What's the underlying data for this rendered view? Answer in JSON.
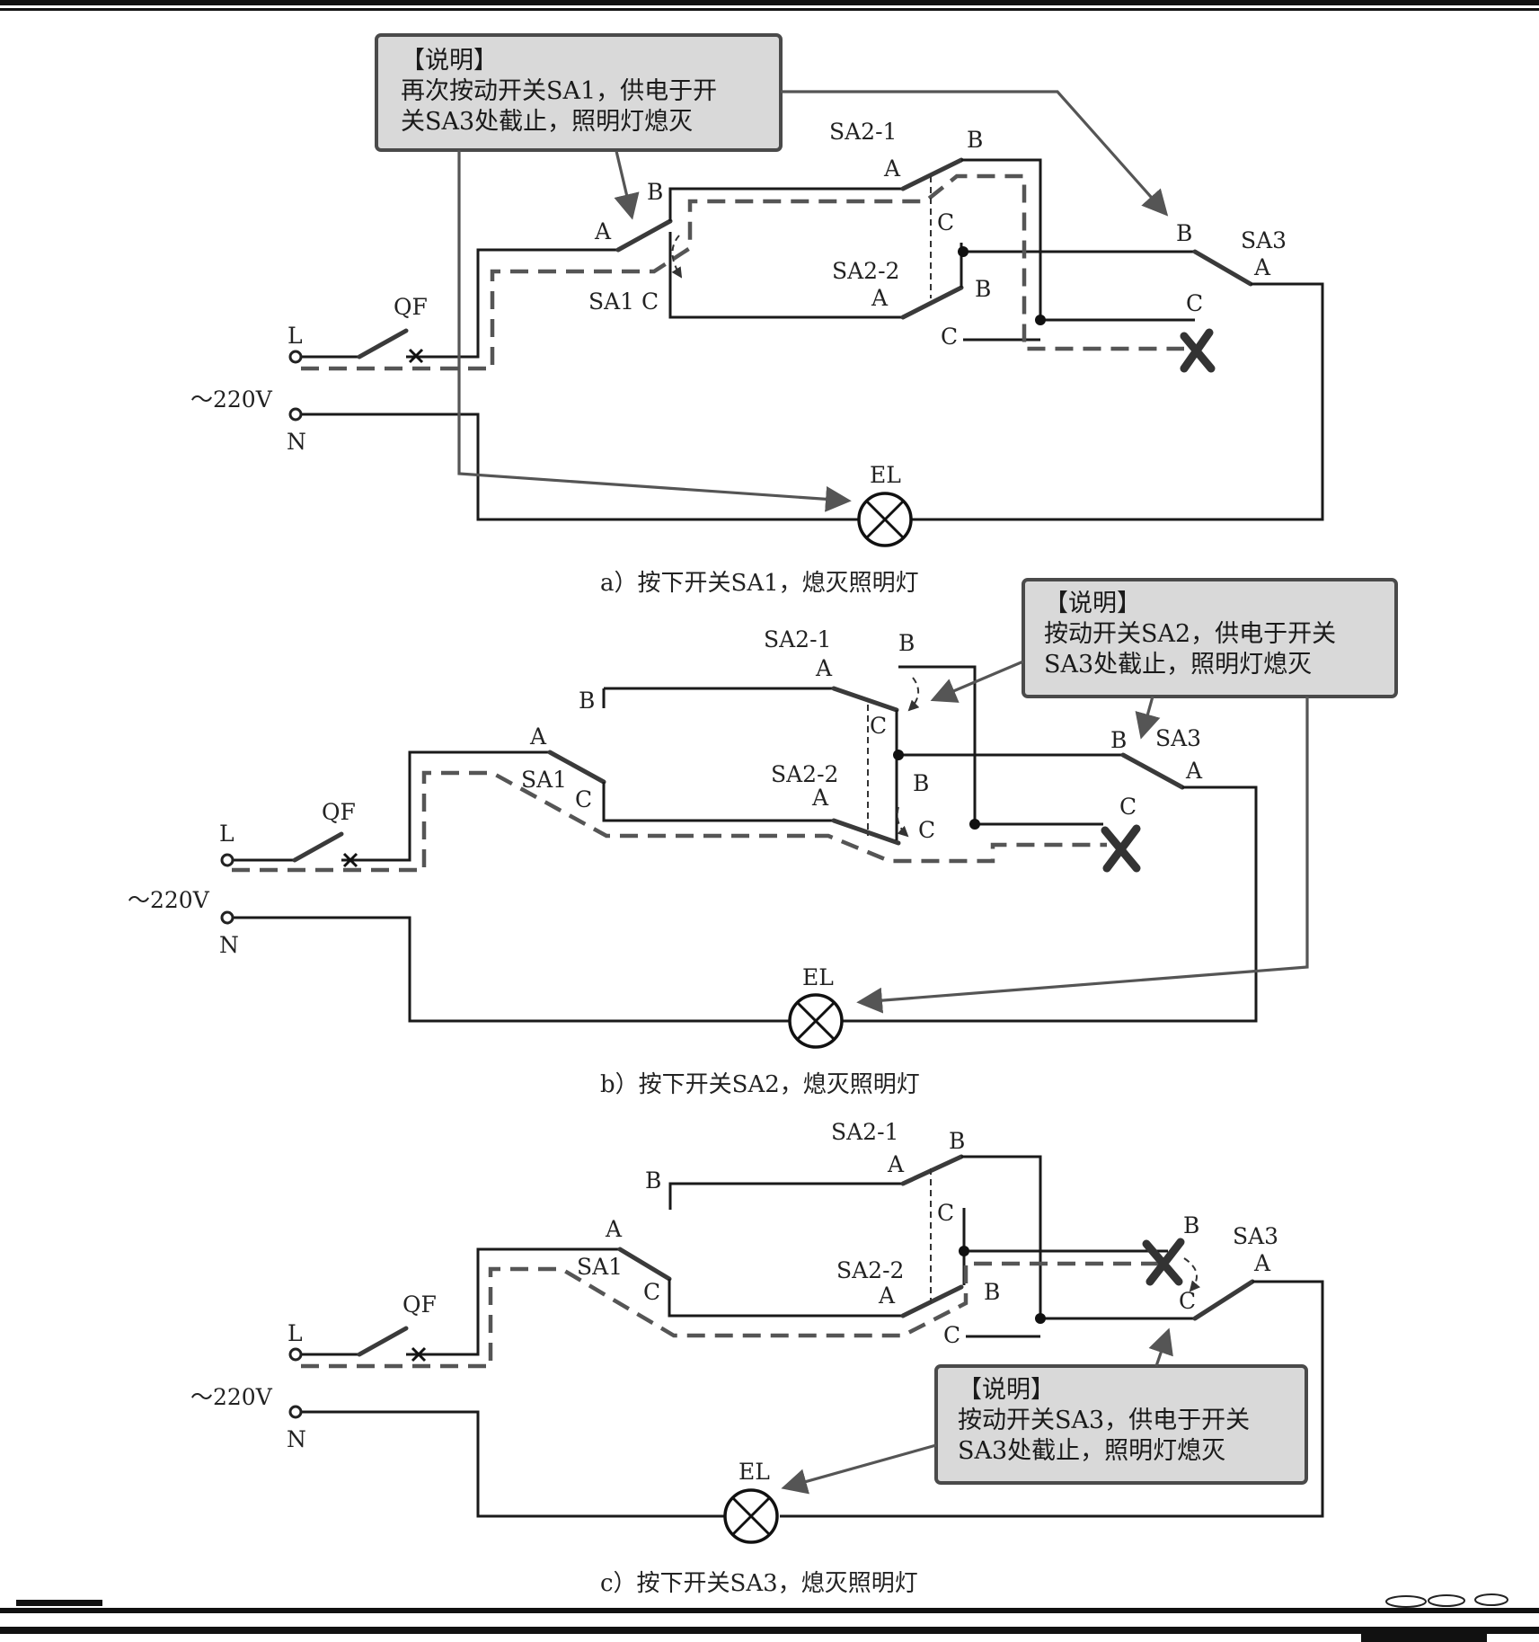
{
  "captions": {
    "a": "a）按下开关SA1，熄灭照明灯",
    "b": "b）按下开关SA2，熄灭照明灯",
    "c": "c）按下开关SA3，熄灭照明灯"
  },
  "notes": {
    "a": {
      "title": "【说明】",
      "line1": "再次按动开关SA1，供电于开",
      "line2": "关SA3处截止，照明灯熄灭"
    },
    "b": {
      "title": "【说明】",
      "line1": "按动开关SA2，供电于开关",
      "line2": "SA3处截止，照明灯熄灭"
    },
    "c": {
      "title": "【说明】",
      "line1": "按动开关SA3，供电于开关",
      "line2": "SA3处截止，照明灯熄灭"
    }
  },
  "labels": {
    "L": "L",
    "N": "N",
    "QF": "QF",
    "voltage": "～220V",
    "EL": "EL",
    "SA1": "SA1",
    "SA1C": "SA1 C",
    "SA2_1": "SA2-1",
    "SA2_2": "SA2-2",
    "SA3": "SA3",
    "A": "A",
    "B": "B",
    "C": "C"
  }
}
